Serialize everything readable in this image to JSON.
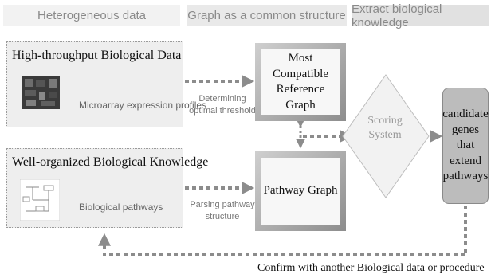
{
  "headers": {
    "col1": "Heterogeneous data",
    "col2": "Graph as a common structure",
    "col3": "Extract biological knowledge"
  },
  "sources": {
    "high_throughput": {
      "title": "High-throughput Biological Data",
      "subtitle": "Microarray expression profiles"
    },
    "well_organized": {
      "title": "Well-organized Biological Knowledge",
      "subtitle": "Biological pathways"
    }
  },
  "edges": {
    "threshold": "Determining optimal threshold",
    "parsing": "Parsing pathway structure"
  },
  "graphs": {
    "reference": "Most Compatible Reference Graph",
    "pathway": "Pathway Graph"
  },
  "scoring": "Scoring System",
  "candidate": "candidate genes that extend pathways",
  "feedback": "Confirm with another Biological data or procedure",
  "colors": {
    "arrow": "#8c8c8c",
    "candidate_fill": "#bcbcbc"
  }
}
